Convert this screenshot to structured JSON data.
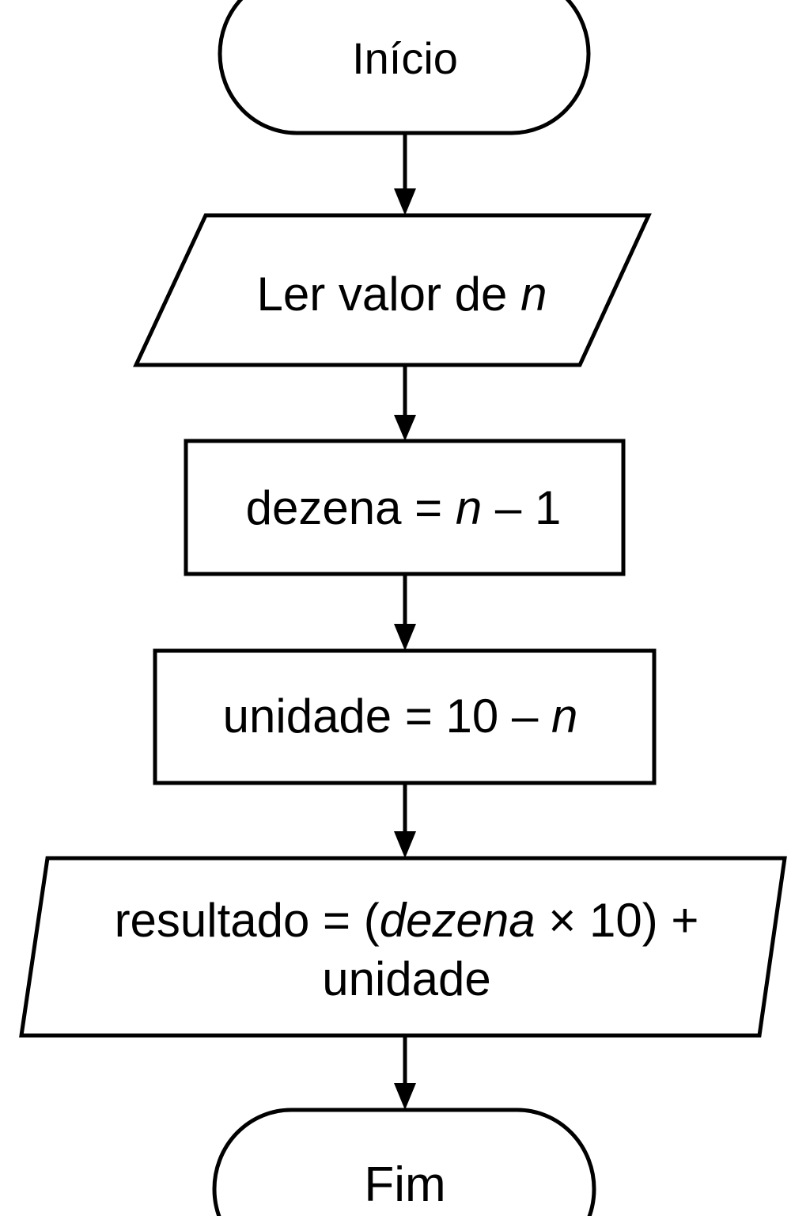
{
  "flowchart": {
    "start": {
      "text": "Início"
    },
    "input": {
      "text": "Ler valor de ",
      "var": "n"
    },
    "step_dezena": {
      "lhs": "dezena = ",
      "var": "n",
      "rhs": " – 1"
    },
    "step_unidade": {
      "lhs": "unidade = 10 – ",
      "var": "n"
    },
    "output": {
      "line1_a": "resultado = (",
      "line1_var": "dezena",
      "line1_b": " × 10) +",
      "line2": "unidade"
    },
    "end": {
      "text": "Fim"
    }
  }
}
